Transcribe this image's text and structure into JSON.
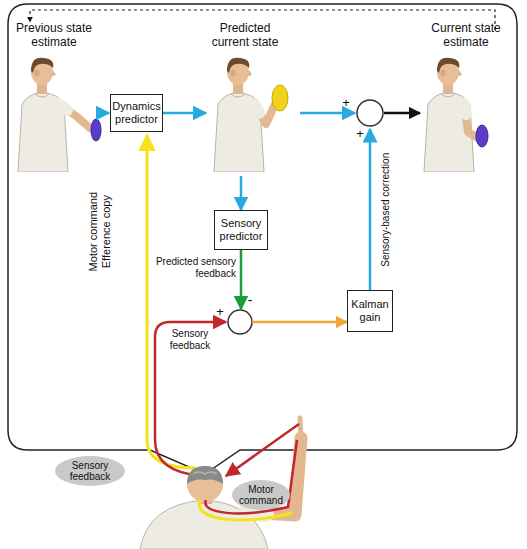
{
  "diagram": {
    "nodes": [
      {
        "text": [
          "Dynamics predictor"
        ]
      },
      {
        "text": [
          "Sensory predictor"
        ]
      },
      {
        "text": [
          "Kalman gain"
        ]
      },
      {
        "text": [
          "Sensory feedback"
        ]
      },
      {
        "text": [
          "Motor command"
        ]
      }
    ],
    "edges": [
      {
        "from": 0,
        "to": 1,
        "arrow": "to"
      },
      {
        "from": 1,
        "to": 2,
        "label": "Predicted sensory feedback",
        "arrow": "to"
      }
    ],
    "labels": [
      "Previous state estimate",
      "Predicted current state",
      "Current state estimate",
      "+",
      "+",
      "Motor command Efference copy",
      "Sensory-based correction",
      "-",
      "+",
      "Sensory feedback"
    ]
  }
}
